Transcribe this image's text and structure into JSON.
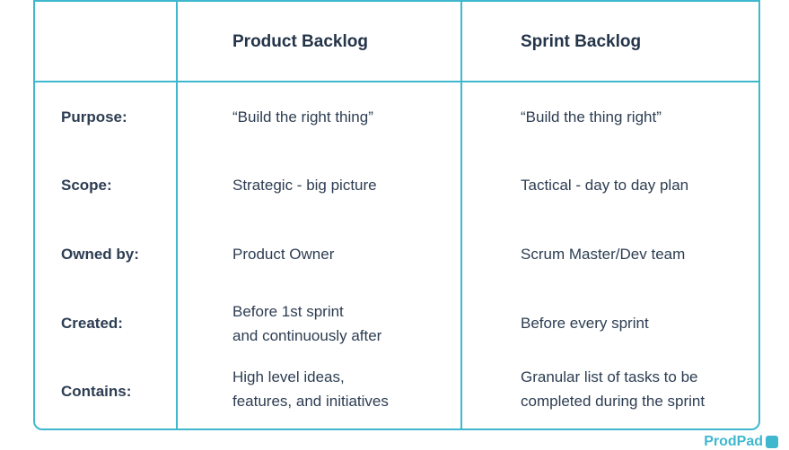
{
  "table": {
    "headers": [
      "",
      "Product Backlog",
      "Sprint Backlog"
    ],
    "rows": [
      {
        "label": "Purpose:",
        "product": [
          "“Build the right thing”"
        ],
        "sprint": [
          "“Build the thing right”"
        ]
      },
      {
        "label": "Scope:",
        "product": [
          "Strategic - big picture"
        ],
        "sprint": [
          "Tactical - day to day plan"
        ]
      },
      {
        "label": "Owned by:",
        "product": [
          "Product Owner"
        ],
        "sprint": [
          "Scrum Master/Dev team"
        ]
      },
      {
        "label": "Created:",
        "product": [
          "Before 1st sprint",
          "and continuously after"
        ],
        "sprint": [
          "Before every sprint"
        ]
      },
      {
        "label": "Contains:",
        "product": [
          "High level ideas,",
          "features, and initiatives"
        ],
        "sprint": [
          "Granular list of tasks to be",
          "completed during the sprint"
        ]
      }
    ]
  },
  "brand": {
    "text": "ProdPad"
  },
  "colors": {
    "border": "#3fb8cf",
    "text": "#2d3d52"
  }
}
